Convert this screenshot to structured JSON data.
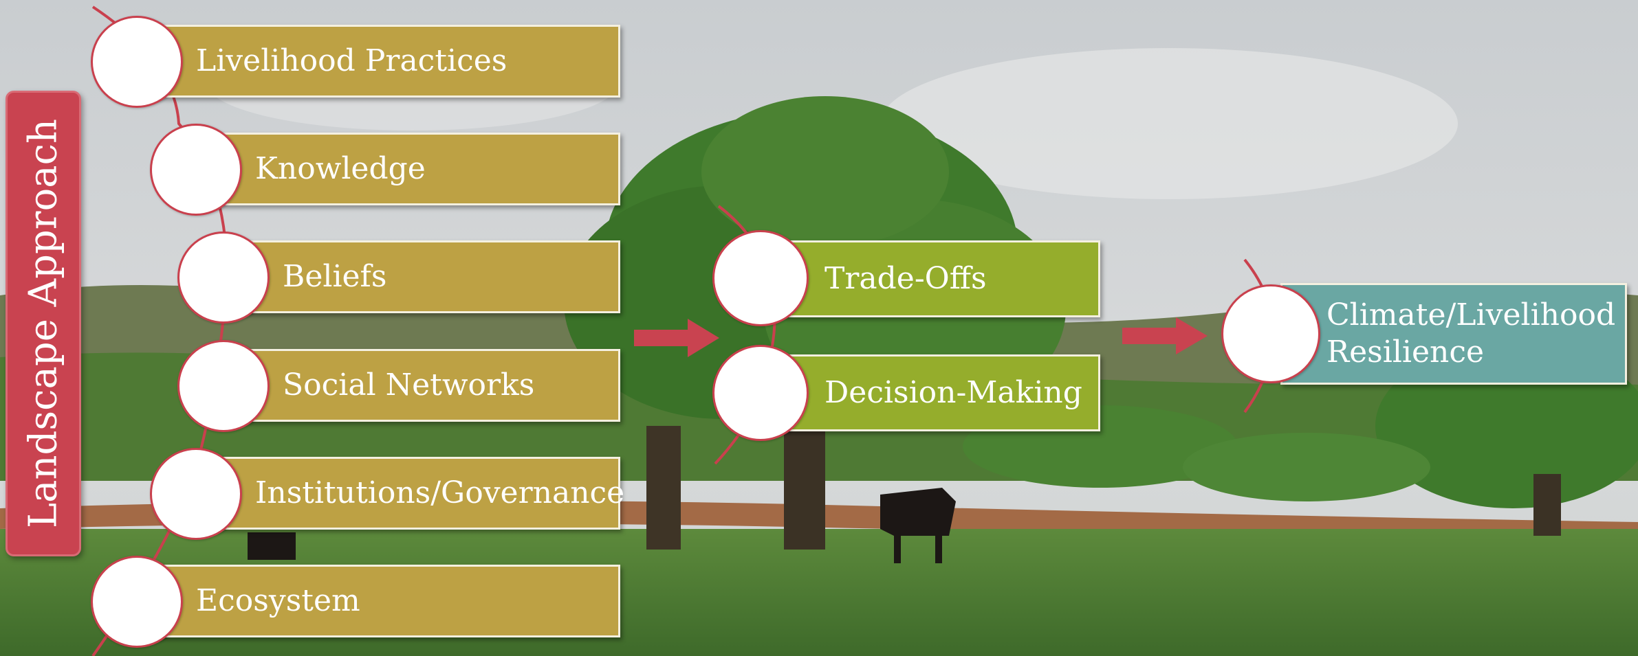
{
  "side_label": "Landscape Approach",
  "factors": [
    "Livelihood Practices",
    "Knowledge",
    "Beliefs",
    "Social Networks",
    "Institutions/Governance",
    "Ecosystem"
  ],
  "mediators": [
    "Trade-Offs",
    "Decision-Making"
  ],
  "outcome": {
    "line1": "Climate/Livelihood",
    "line2": "Resilience"
  },
  "colors": {
    "factor_box": "#bda144",
    "mediator_box": "#95ad2c",
    "outcome_box": "#6aa7a3",
    "accent": "#c94350",
    "circle_fill": "#ffffff"
  }
}
